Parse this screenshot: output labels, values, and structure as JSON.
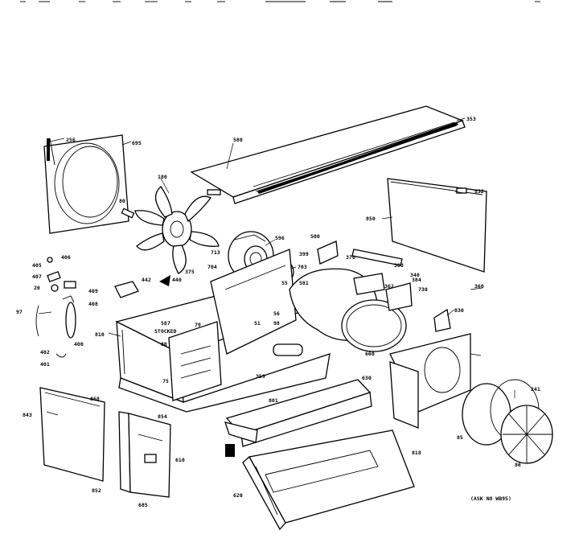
{
  "callouts": [
    "256",
    "695",
    "580",
    "353",
    "180",
    "832",
    "80",
    "850",
    "596",
    "399",
    "703",
    "713",
    "704",
    "340",
    "380",
    "370",
    "406",
    "405",
    "407",
    "20",
    "409",
    "408",
    "442",
    "440",
    "375",
    "55",
    "500",
    "581",
    "362",
    "384",
    "730",
    "360",
    "400",
    "402",
    "401",
    "97",
    "587",
    "STOCKED",
    "79",
    "80",
    "75",
    "51",
    "98",
    "56",
    "359",
    "810",
    "660",
    "830",
    "843",
    "868",
    "801",
    "854",
    "852",
    "685",
    "610",
    "620",
    "818",
    "630",
    "85",
    "241",
    "86"
  ],
  "note": "(ASK NO WB95)"
}
